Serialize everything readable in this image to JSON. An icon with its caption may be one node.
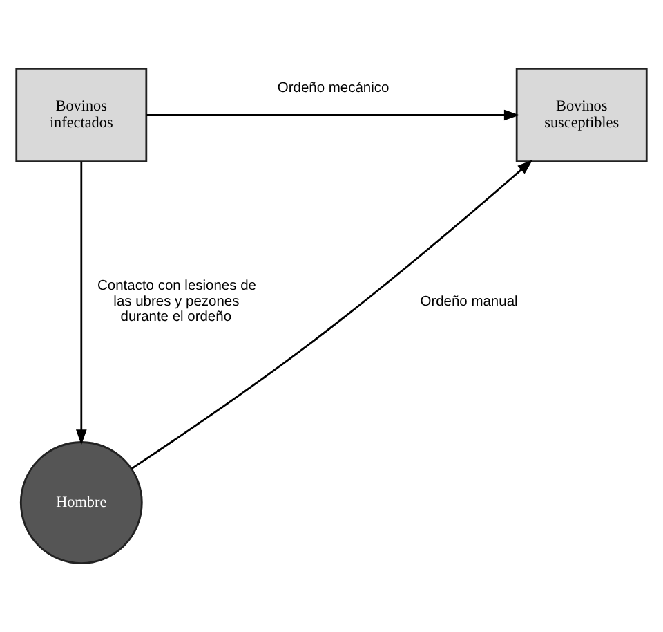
{
  "diagram": {
    "nodes": [
      {
        "text": [
          "Bovinos infectados"
        ]
      },
      {
        "text": [
          "Bovinos susceptibles"
        ]
      },
      {
        "text": [
          "Hombre"
        ]
      }
    ],
    "edges": [
      {
        "from": 0,
        "to": 1,
        "arrow": "to",
        "label": "Ordeño mecánico"
      },
      {
        "from": 0,
        "to": 2,
        "arrow": "to",
        "label": "Contacto con lesiones de las ubres y pezones durante el ordeño"
      },
      {
        "from": 2,
        "to": 1,
        "arrow": "to",
        "label": "Ordeño manual"
      }
    ]
  }
}
